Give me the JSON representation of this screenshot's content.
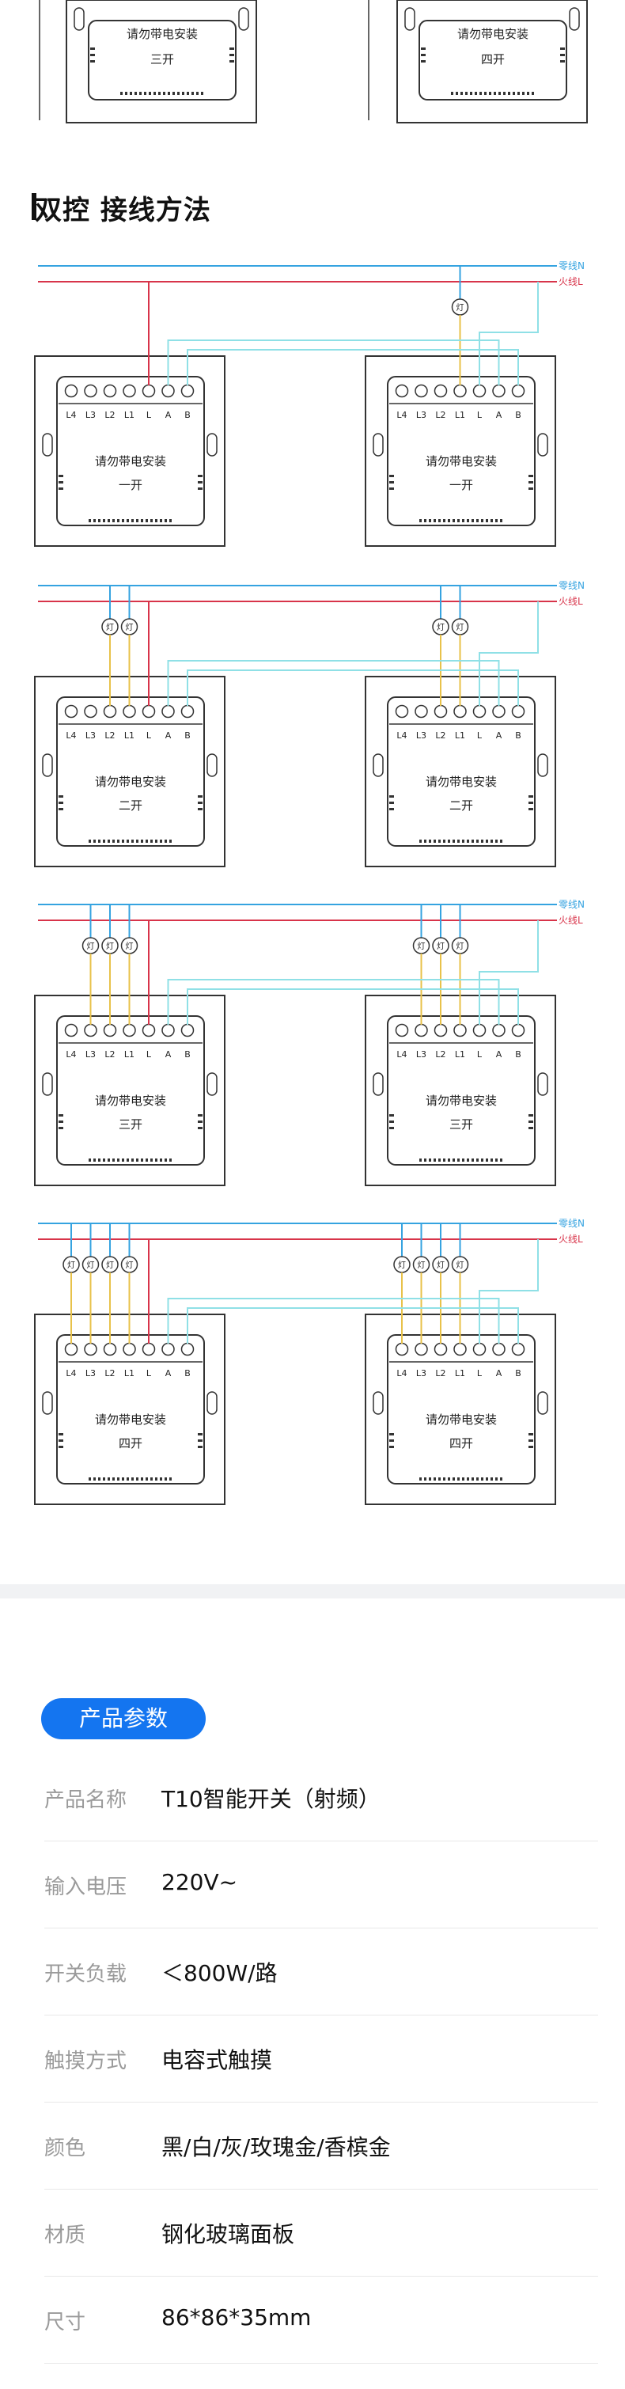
{
  "wiring": {
    "title": "双控 接线方法",
    "neutral_label": "零线N",
    "live_label": "火线L",
    "lamp_label": "灯",
    "terminals": [
      "L4",
      "L3",
      "L2",
      "L1",
      "L",
      "A",
      "B"
    ],
    "warning": "请勿带电安装",
    "gang_labels": [
      "一开",
      "二开",
      "三开",
      "四开"
    ],
    "top_partial_labels": [
      "三开",
      "四开"
    ],
    "colors": {
      "neutral": "#35a3e0",
      "live": "#d8344a",
      "lamp": "#e8c24a",
      "ab": "#8fe0e6",
      "outline": "#333333"
    }
  },
  "params": {
    "badge": "产品参数",
    "rows": [
      {
        "key": "产品名称",
        "value": "T10智能开关（射频）"
      },
      {
        "key": "输入电压",
        "value": "220V~"
      },
      {
        "key": "开关负载",
        "value": "＜800W/路"
      },
      {
        "key": "触摸方式",
        "value": "电容式触摸"
      },
      {
        "key": "颜色",
        "value": "黑/白/灰/玫瑰金/香槟金"
      },
      {
        "key": "材质",
        "value": "钢化玻璃面板"
      },
      {
        "key": "尺寸",
        "value": "86*86*35mm"
      }
    ]
  }
}
